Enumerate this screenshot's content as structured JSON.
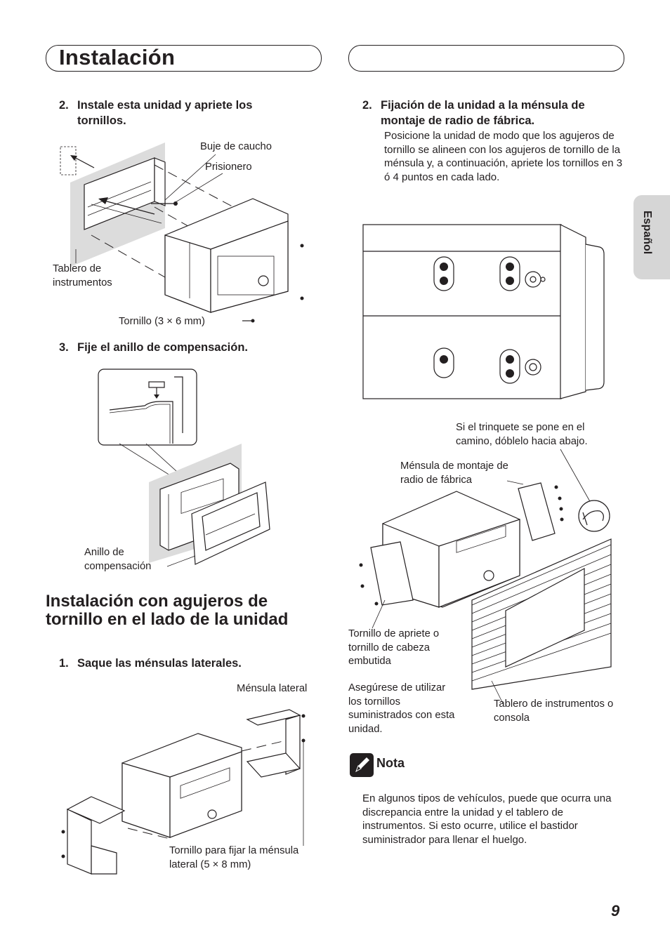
{
  "header": {
    "title": "Instalación"
  },
  "side_tab": {
    "label": "Español"
  },
  "left_column": {
    "step2": {
      "number": "2.",
      "text": "Instale esta unidad y apriete los tornillos."
    },
    "figure1_labels": {
      "rubber_bush": "Buje de caucho",
      "screw_stud": "Prisionero",
      "dashboard": "Tablero de instrumentos",
      "screw": "Tornillo (3 × 6 mm)"
    },
    "step3": {
      "number": "3.",
      "text": "Fije el anillo de compensación."
    },
    "figure2_labels": {
      "trim_ring": "Anillo de compensación"
    },
    "section_title": "Instalación con agujeros de tornillo en el lado de la unidad",
    "step1": {
      "number": "1.",
      "text": "Saque las ménsulas laterales."
    },
    "figure3_labels": {
      "side_bracket": "Ménsula lateral",
      "bracket_screw": "Tornillo para fijar la ménsula lateral (5 × 8 mm)"
    }
  },
  "right_column": {
    "step2": {
      "number": "2.",
      "text": "Fijación de la unidad a la ménsula de montaje de radio de fábrica.",
      "body": "Posicione la unidad de modo que los agujeros de tornillo se alineen con los agujeros de tornillo de la ménsula y, a continuación, apriete los tornillos en 3 ó 4 puntos en cada lado."
    },
    "figure5_labels": {
      "catch_note": "Si el trinquete se pone en el camino, dóblelo hacia abajo.",
      "factory_bracket": "Ménsula de montaje de radio de fábrica",
      "binding_screw": "Tornillo de apriete o tornillo de cabeza embutida",
      "use_supplied": "Asegúrese de utilizar los tornillos suministrados con esta unidad.",
      "dashboard_console": "Tablero de instrumentos o consola"
    },
    "note": {
      "heading": "Nota",
      "text": "En algunos tipos de vehículos, puede que ocurra una discrepancia entre la unidad y el tablero de instrumentos. Si esto ocurre, utilice el bastidor suministrador para llenar el huelgo."
    }
  },
  "page_number": "9"
}
